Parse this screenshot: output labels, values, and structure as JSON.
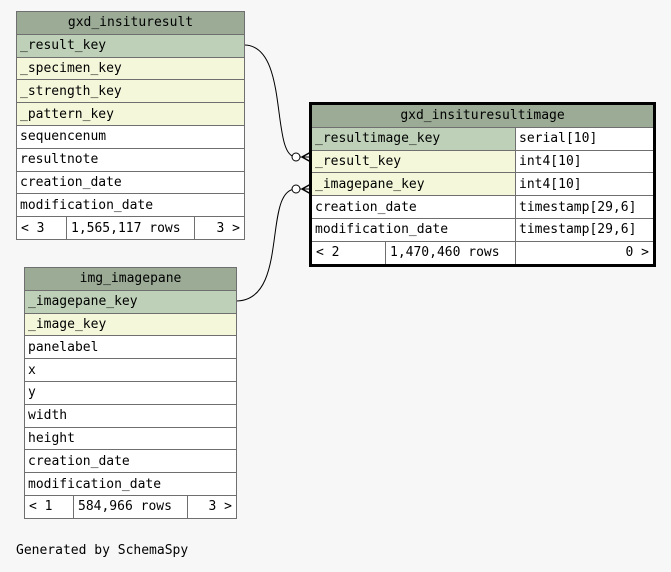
{
  "tables": {
    "insituresult": {
      "name": "gxd_insituresult",
      "columns": [
        "_result_key",
        "_specimen_key",
        "_strength_key",
        "_pattern_key",
        "sequencenum",
        "resultnote",
        "creation_date",
        "modification_date"
      ],
      "footer": {
        "left": "< 3",
        "rows": "1,565,117 rows",
        "right": "3 >"
      }
    },
    "insituresultimage": {
      "name": "gxd_insituresultimage",
      "columns": [
        {
          "name": "_resultimage_key",
          "type": "serial[10]"
        },
        {
          "name": "_result_key",
          "type": "int4[10]"
        },
        {
          "name": "_imagepane_key",
          "type": "int4[10]"
        },
        {
          "name": "creation_date",
          "type": "timestamp[29,6]"
        },
        {
          "name": "modification_date",
          "type": "timestamp[29,6]"
        }
      ],
      "footer": {
        "left": "< 2",
        "rows": "1,470,460 rows",
        "right": "0 >"
      }
    },
    "imagepane": {
      "name": "img_imagepane",
      "columns": [
        "_imagepane_key",
        "_image_key",
        "panelabel",
        "x",
        "y",
        "width",
        "height",
        "creation_date",
        "modification_date"
      ],
      "footer": {
        "left": "< 1",
        "rows": "584,966 rows",
        "right": "3 >"
      }
    }
  },
  "footer_text": "Generated by SchemaSpy"
}
